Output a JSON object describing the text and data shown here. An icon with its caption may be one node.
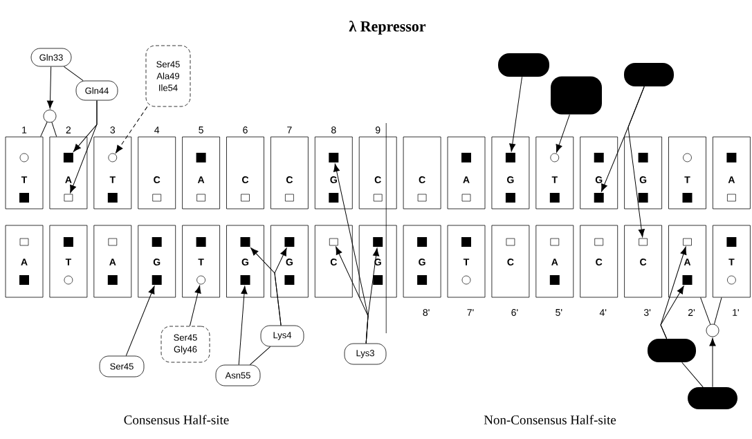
{
  "diagram": {
    "title": "λ Repressor",
    "nodes": [
      {
        "text": [
          "T"
        ],
        "beside": [
          "1"
        ]
      },
      {
        "text": [],
        "shape": "circle",
        "in": 0
      },
      {
        "text": [],
        "shape": "block",
        "in": 0
      },
      {
        "text": [
          "A"
        ],
        "beside": [
          "2"
        ]
      },
      {
        "text": [],
        "shape": "block",
        "in": 3
      },
      {
        "text": [],
        "shape": "square",
        "in": 3
      },
      {
        "text": [
          "T"
        ],
        "beside": [
          "3"
        ]
      },
      {
        "text": [],
        "shape": "circle",
        "in": 6
      },
      {
        "text": [],
        "shape": "block",
        "in": 6
      },
      {
        "text": [
          "C"
        ],
        "beside": [
          "4"
        ]
      },
      {
        "text": [],
        "shape": "square",
        "in": 9
      },
      {
        "text": [
          "A"
        ],
        "beside": [
          "5"
        ]
      },
      {
        "text": [],
        "shape": "block",
        "in": 11
      },
      {
        "text": [],
        "shape": "square",
        "in": 11
      },
      {
        "text": [
          "C"
        ],
        "beside": [
          "6"
        ]
      },
      {
        "text": [],
        "shape": "square",
        "in": 14
      },
      {
        "text": [
          "C"
        ],
        "beside": [
          "7"
        ]
      },
      {
        "text": [],
        "shape": "square",
        "in": 16
      },
      {
        "text": [
          "G"
        ],
        "beside": [
          "8"
        ]
      },
      {
        "text": [],
        "shape": "block",
        "in": 18
      },
      {
        "text": [],
        "shape": "block",
        "in": 18
      },
      {
        "text": [
          "C"
        ],
        "beside": [
          "9"
        ]
      },
      {
        "text": [],
        "shape": "square",
        "in": 21
      },
      {
        "text": [
          "C"
        ]
      },
      {
        "text": [],
        "shape": "square",
        "in": 23
      },
      {
        "text": [
          "A"
        ]
      },
      {
        "text": [],
        "shape": "block",
        "in": 25
      },
      {
        "text": [],
        "shape": "square",
        "in": 25
      },
      {
        "text": [
          "G"
        ]
      },
      {
        "text": [],
        "shape": "block",
        "in": 28
      },
      {
        "text": [],
        "shape": "block",
        "in": 28
      },
      {
        "text": [
          "T"
        ]
      },
      {
        "text": [],
        "shape": "circle",
        "in": 31
      },
      {
        "text": [],
        "shape": "block",
        "in": 31
      },
      {
        "text": [
          "G"
        ]
      },
      {
        "text": [],
        "shape": "block",
        "in": 34
      },
      {
        "text": [],
        "shape": "block",
        "in": 34
      },
      {
        "text": [
          "G"
        ]
      },
      {
        "text": [],
        "shape": "block",
        "in": 37
      },
      {
        "text": [],
        "shape": "block",
        "in": 37
      },
      {
        "text": [
          "T"
        ]
      },
      {
        "text": [],
        "shape": "circle",
        "in": 40
      },
      {
        "text": [],
        "shape": "block",
        "in": 40
      },
      {
        "text": [
          "A"
        ]
      },
      {
        "text": [],
        "shape": "block",
        "in": 43
      },
      {
        "text": [],
        "shape": "square",
        "in": 43
      },
      {
        "text": [
          "A"
        ]
      },
      {
        "text": [],
        "shape": "square",
        "in": 46
      },
      {
        "text": [],
        "shape": "block",
        "in": 46
      },
      {
        "text": [
          "T"
        ]
      },
      {
        "text": [],
        "shape": "block",
        "in": 49
      },
      {
        "text": [],
        "shape": "circle",
        "in": 49
      },
      {
        "text": [
          "A"
        ]
      },
      {
        "text": [],
        "shape": "square",
        "in": 52
      },
      {
        "text": [],
        "shape": "block",
        "in": 52
      },
      {
        "text": [
          "G"
        ]
      },
      {
        "text": [],
        "shape": "block",
        "in": 55
      },
      {
        "text": [],
        "shape": "block",
        "in": 55
      },
      {
        "text": [
          "T"
        ]
      },
      {
        "text": [],
        "shape": "block",
        "in": 58
      },
      {
        "text": [],
        "shape": "circle",
        "in": 58
      },
      {
        "text": [
          "G"
        ]
      },
      {
        "text": [],
        "shape": "block",
        "in": 61
      },
      {
        "text": [],
        "shape": "block",
        "in": 61
      },
      {
        "text": [
          "G"
        ]
      },
      {
        "text": [],
        "shape": "block",
        "in": 64
      },
      {
        "text": [],
        "shape": "block",
        "in": 64
      },
      {
        "text": [
          "C"
        ]
      },
      {
        "text": [],
        "shape": "square",
        "in": 67
      },
      {
        "text": [
          "G"
        ]
      },
      {
        "text": [],
        "shape": "block",
        "in": 69
      },
      {
        "text": [],
        "shape": "block",
        "in": 69
      },
      {
        "text": [
          "G"
        ],
        "beside": [
          "8'"
        ]
      },
      {
        "text": [],
        "shape": "block",
        "in": 72
      },
      {
        "text": [],
        "shape": "block",
        "in": 72
      },
      {
        "text": [
          "T"
        ],
        "beside": [
          "7'"
        ]
      },
      {
        "text": [],
        "shape": "block",
        "in": 75
      },
      {
        "text": [],
        "shape": "circle",
        "in": 75
      },
      {
        "text": [
          "C"
        ],
        "beside": [
          "6'"
        ]
      },
      {
        "text": [],
        "shape": "square",
        "in": 78
      },
      {
        "text": [
          "A"
        ],
        "beside": [
          "5'"
        ]
      },
      {
        "text": [],
        "shape": "square",
        "in": 80
      },
      {
        "text": [],
        "shape": "block",
        "in": 80
      },
      {
        "text": [
          "C"
        ],
        "beside": [
          "4'"
        ]
      },
      {
        "text": [],
        "shape": "square",
        "in": 83
      },
      {
        "text": [
          "C"
        ],
        "beside": [
          "3'"
        ]
      },
      {
        "text": [],
        "shape": "square",
        "in": 85
      },
      {
        "text": [
          "A"
        ],
        "beside": [
          "2'"
        ]
      },
      {
        "text": [],
        "shape": "square",
        "in": 87
      },
      {
        "text": [],
        "shape": "block",
        "in": 87
      },
      {
        "text": [
          "T"
        ],
        "beside": [
          "1'"
        ]
      },
      {
        "text": [],
        "shape": "block",
        "in": 90
      },
      {
        "text": [],
        "shape": "circle",
        "in": 90
      },
      {
        "text": [
          "Gln33"
        ]
      },
      {
        "text": [
          "Gln44"
        ]
      },
      {
        "text": [
          "Ser45 Ala49 Ile54"
        ]
      },
      {
        "text": [],
        "shape": "circle"
      },
      {
        "text": [
          "Ser45"
        ]
      },
      {
        "text": [
          "Ser45 Gly46"
        ]
      },
      {
        "text": [
          "Asn55"
        ]
      },
      {
        "text": [
          "Lys4"
        ]
      },
      {
        "text": [
          "Lys3"
        ]
      },
      {
        "text": [],
        "shape": "oval"
      },
      {
        "text": [],
        "shape": "oval"
      },
      {
        "text": [],
        "shape": "oval"
      },
      {
        "text": [],
        "shape": "oval"
      },
      {
        "text": [],
        "shape": "oval"
      },
      {
        "text": [],
        "shape": "circle"
      }
    ],
    "edges": [
      {
        "from": 93,
        "to": 96,
        "arrow": "to"
      },
      {
        "from": 96,
        "to": 0,
        "arrow": "none"
      },
      {
        "from": 96,
        "to": 3,
        "arrow": "none"
      },
      {
        "from": 93,
        "to": 94,
        "arrow": "none"
      },
      {
        "from": 94,
        "to": 4,
        "arrow": "to"
      },
      {
        "from": 94,
        "to": 5,
        "arrow": "to"
      },
      {
        "from": 95,
        "to": 7,
        "arrow": "to",
        "style": "dashed"
      },
      {
        "from": 97,
        "to": 57,
        "arrow": "to"
      },
      {
        "from": 98,
        "to": 60,
        "arrow": "to"
      },
      {
        "from": 99,
        "to": 63,
        "arrow": "to"
      },
      {
        "from": 99,
        "to": 100,
        "arrow": "none"
      },
      {
        "from": 100,
        "to": 62,
        "arrow": "to"
      },
      {
        "from": 100,
        "to": 65,
        "arrow": "to"
      },
      {
        "from": 101,
        "to": 19,
        "arrow": "to"
      },
      {
        "from": 101,
        "to": 68,
        "arrow": "to"
      },
      {
        "from": 101,
        "to": 70,
        "arrow": "to"
      },
      {
        "from": 102,
        "to": 29,
        "arrow": "to"
      },
      {
        "from": 103,
        "to": 32,
        "arrow": "to"
      },
      {
        "from": 104,
        "to": 36,
        "arrow": "to"
      },
      {
        "from": 104,
        "to": 86,
        "arrow": "to"
      },
      {
        "from": 105,
        "to": 88,
        "arrow": "to"
      },
      {
        "from": 105,
        "to": 89,
        "arrow": "to"
      },
      {
        "from": 105,
        "to": 106,
        "arrow": "none"
      },
      {
        "from": 106,
        "to": 107,
        "arrow": "to"
      },
      {
        "from": 107,
        "to": 87,
        "arrow": "none"
      },
      {
        "from": 107,
        "to": 90,
        "arrow": "none"
      }
    ],
    "labels": [
      "Consensus Half-site",
      "Non-Consensus Half-site"
    ]
  }
}
